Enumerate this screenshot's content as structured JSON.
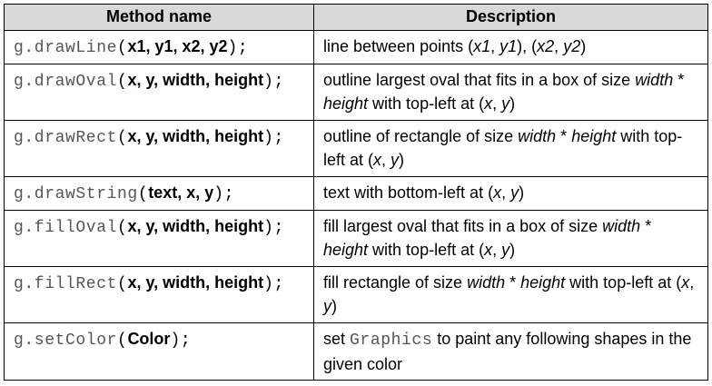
{
  "table": {
    "headers": {
      "method": "Method name",
      "description": "Description"
    },
    "rows": [
      {
        "method": {
          "prefix": "g.drawLine",
          "args": "x1, y1, x2, y2",
          "suffix": ");"
        },
        "description": "line between points (x1, y1), (x2, y2)"
      },
      {
        "method": {
          "prefix": "g.drawOval",
          "args": "x, y, width, height",
          "suffix": ");"
        },
        "description": "outline largest oval that fits in a box of size width * height with top-left at (x, y)"
      },
      {
        "method": {
          "prefix": "g.drawRect",
          "args": "x, y, width, height",
          "suffix": ");"
        },
        "description": "outline of rectangle of size width * height with top-left at (x, y)"
      },
      {
        "method": {
          "prefix": "g.drawString",
          "args": "text, x, y",
          "suffix": ");"
        },
        "description": "text with bottom-left at (x, y)"
      },
      {
        "method": {
          "prefix": "g.fillOval",
          "args": "x, y, width, height",
          "suffix": ");"
        },
        "description": "fill largest oval that fits in a box of size width * height with top-left at (x, y)"
      },
      {
        "method": {
          "prefix": "g.fillRect",
          "args": "x, y, width, height",
          "suffix": ");"
        },
        "description": "fill rectangle of size width * height with top-left at (x, y)"
      },
      {
        "method": {
          "prefix": "g.setColor",
          "args": "Color",
          "suffix": ");"
        },
        "description": "set Graphics to paint any following shapes in the given color"
      }
    ]
  },
  "colors": {
    "header_bg": "#d9d9d9",
    "code_text": "#555555",
    "border": "#000000"
  }
}
